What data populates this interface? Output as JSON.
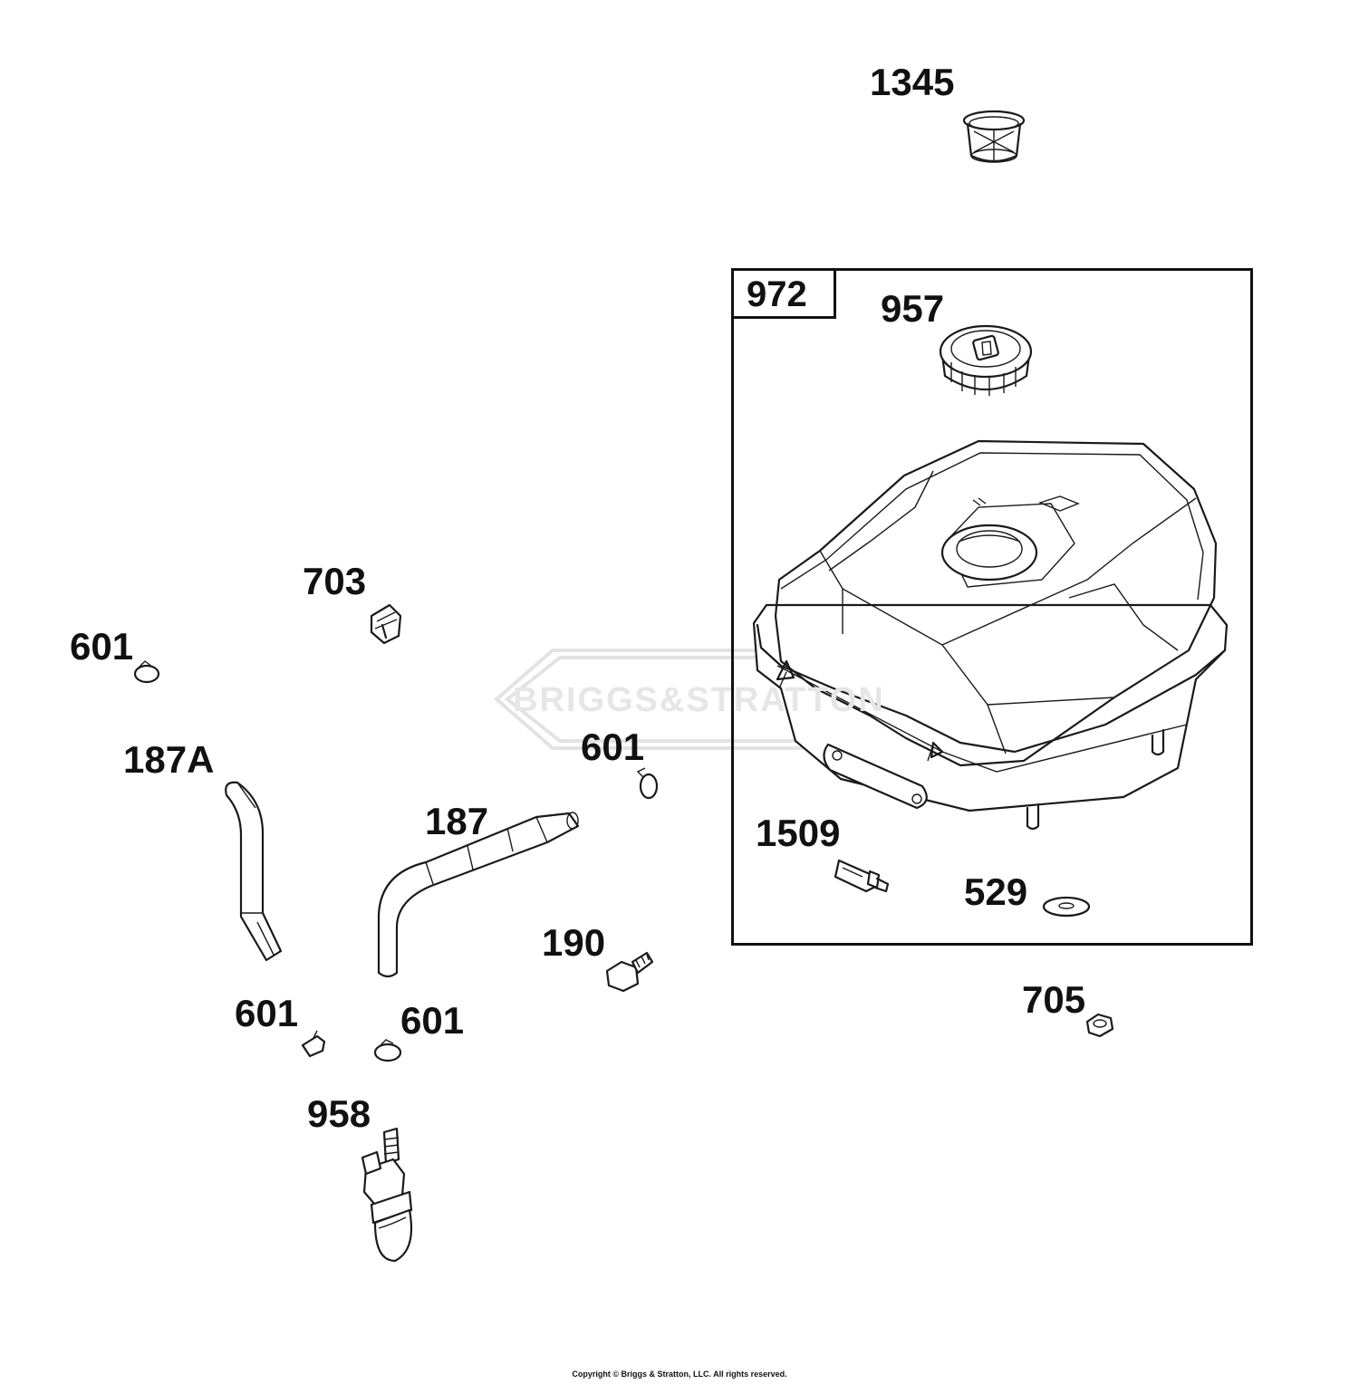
{
  "diagram": {
    "kit_label": "972",
    "watermark": "BRIGGS&STRATTON",
    "copyright": "Copyright © Briggs & Stratton, LLC. All rights reserved.",
    "callouts": {
      "c1345": "1345",
      "c957": "957",
      "c703": "703",
      "c601_a": "601",
      "c187A": "187A",
      "c601_b": "601",
      "c187": "187",
      "c1509": "1509",
      "c529": "529",
      "c190": "190",
      "c705": "705",
      "c601_c": "601",
      "c601_d": "601",
      "c958": "958"
    }
  }
}
